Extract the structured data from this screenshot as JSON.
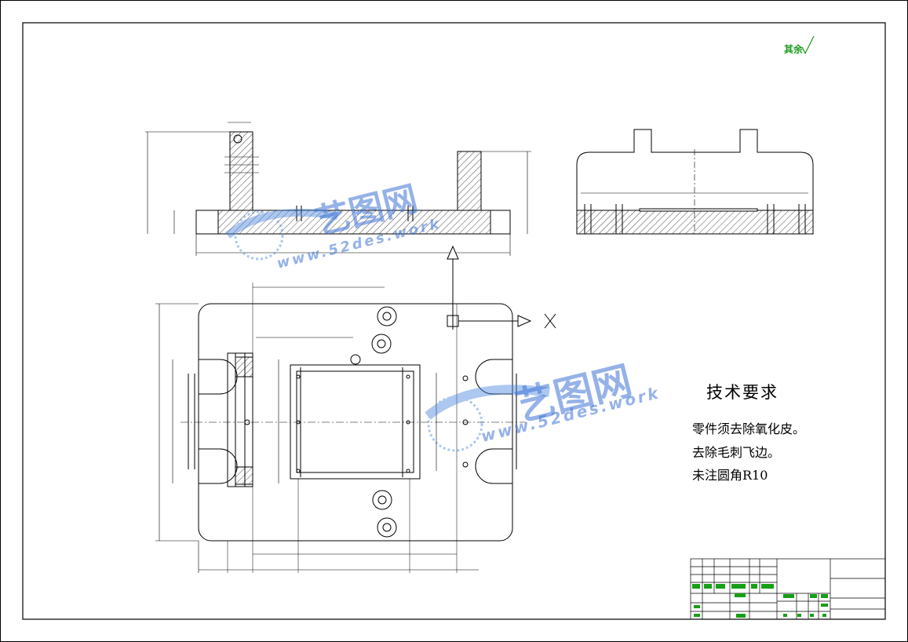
{
  "technical_requirements": {
    "title": "技术要求",
    "items": [
      "零件须去除氧化皮。",
      "去除毛刺飞边。",
      "未注圆角R10"
    ]
  },
  "roughness_note": "其余",
  "watermark": {
    "logo_text": "艺图网",
    "url_text": "www.52des.work"
  },
  "colors": {
    "line": "#000000",
    "hatch": "#000000",
    "title_block_text": "#16a016",
    "watermark": "#3f74d6"
  }
}
